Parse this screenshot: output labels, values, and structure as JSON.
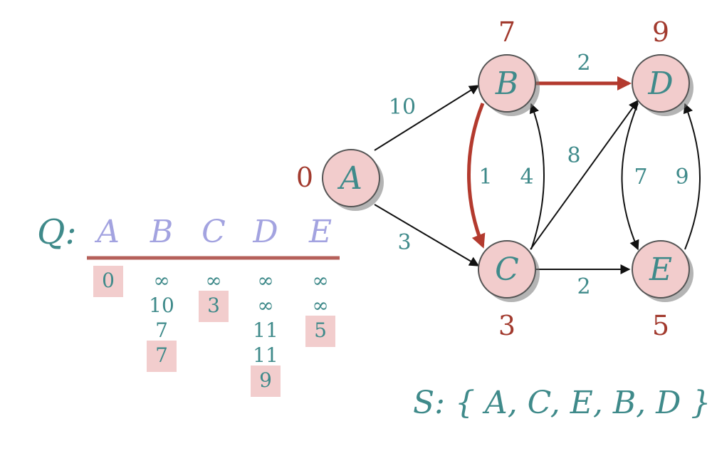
{
  "graph": {
    "nodes": [
      {
        "id": "A",
        "distance": "0"
      },
      {
        "id": "B",
        "distance": "7"
      },
      {
        "id": "C",
        "distance": "3"
      },
      {
        "id": "D",
        "distance": "9"
      },
      {
        "id": "E",
        "distance": "5"
      }
    ],
    "edges": [
      {
        "from": "A",
        "to": "B",
        "weight": "10",
        "highlighted": false
      },
      {
        "from": "A",
        "to": "C",
        "weight": "3",
        "highlighted": false
      },
      {
        "from": "B",
        "to": "C",
        "weight": "1",
        "highlighted": true
      },
      {
        "from": "C",
        "to": "B",
        "weight": "4",
        "highlighted": false
      },
      {
        "from": "B",
        "to": "D",
        "weight": "2",
        "highlighted": true
      },
      {
        "from": "C",
        "to": "D",
        "weight": "8",
        "highlighted": false
      },
      {
        "from": "C",
        "to": "E",
        "weight": "2",
        "highlighted": false
      },
      {
        "from": "D",
        "to": "E",
        "weight": "7",
        "highlighted": false
      },
      {
        "from": "E",
        "to": "D",
        "weight": "9",
        "highlighted": false
      }
    ]
  },
  "queue": {
    "title": "Q:",
    "headers": [
      "A",
      "B",
      "C",
      "D",
      "E"
    ],
    "columns": [
      {
        "values": [
          "0"
        ],
        "highlight": [
          true
        ]
      },
      {
        "values": [
          "∞",
          "10",
          "7",
          "7"
        ],
        "highlight": [
          false,
          false,
          false,
          true
        ]
      },
      {
        "values": [
          "∞",
          "3"
        ],
        "highlight": [
          false,
          true
        ]
      },
      {
        "values": [
          "∞",
          "∞",
          "11",
          "11",
          "9"
        ],
        "highlight": [
          false,
          false,
          false,
          false,
          true
        ]
      },
      {
        "values": [
          "∞",
          "∞",
          "5"
        ],
        "highlight": [
          false,
          false,
          true
        ]
      }
    ]
  },
  "settled": {
    "text": "S: { A, C, E, B, D }"
  },
  "colors": {
    "node_fill": "#f2cccc",
    "teal": "#3f8a8a",
    "dist_red": "#a23a2e",
    "edge_highlight": "#b33a2e",
    "queue_header": "#a3a3e0",
    "cell_highlight": "#f2cdcd"
  }
}
